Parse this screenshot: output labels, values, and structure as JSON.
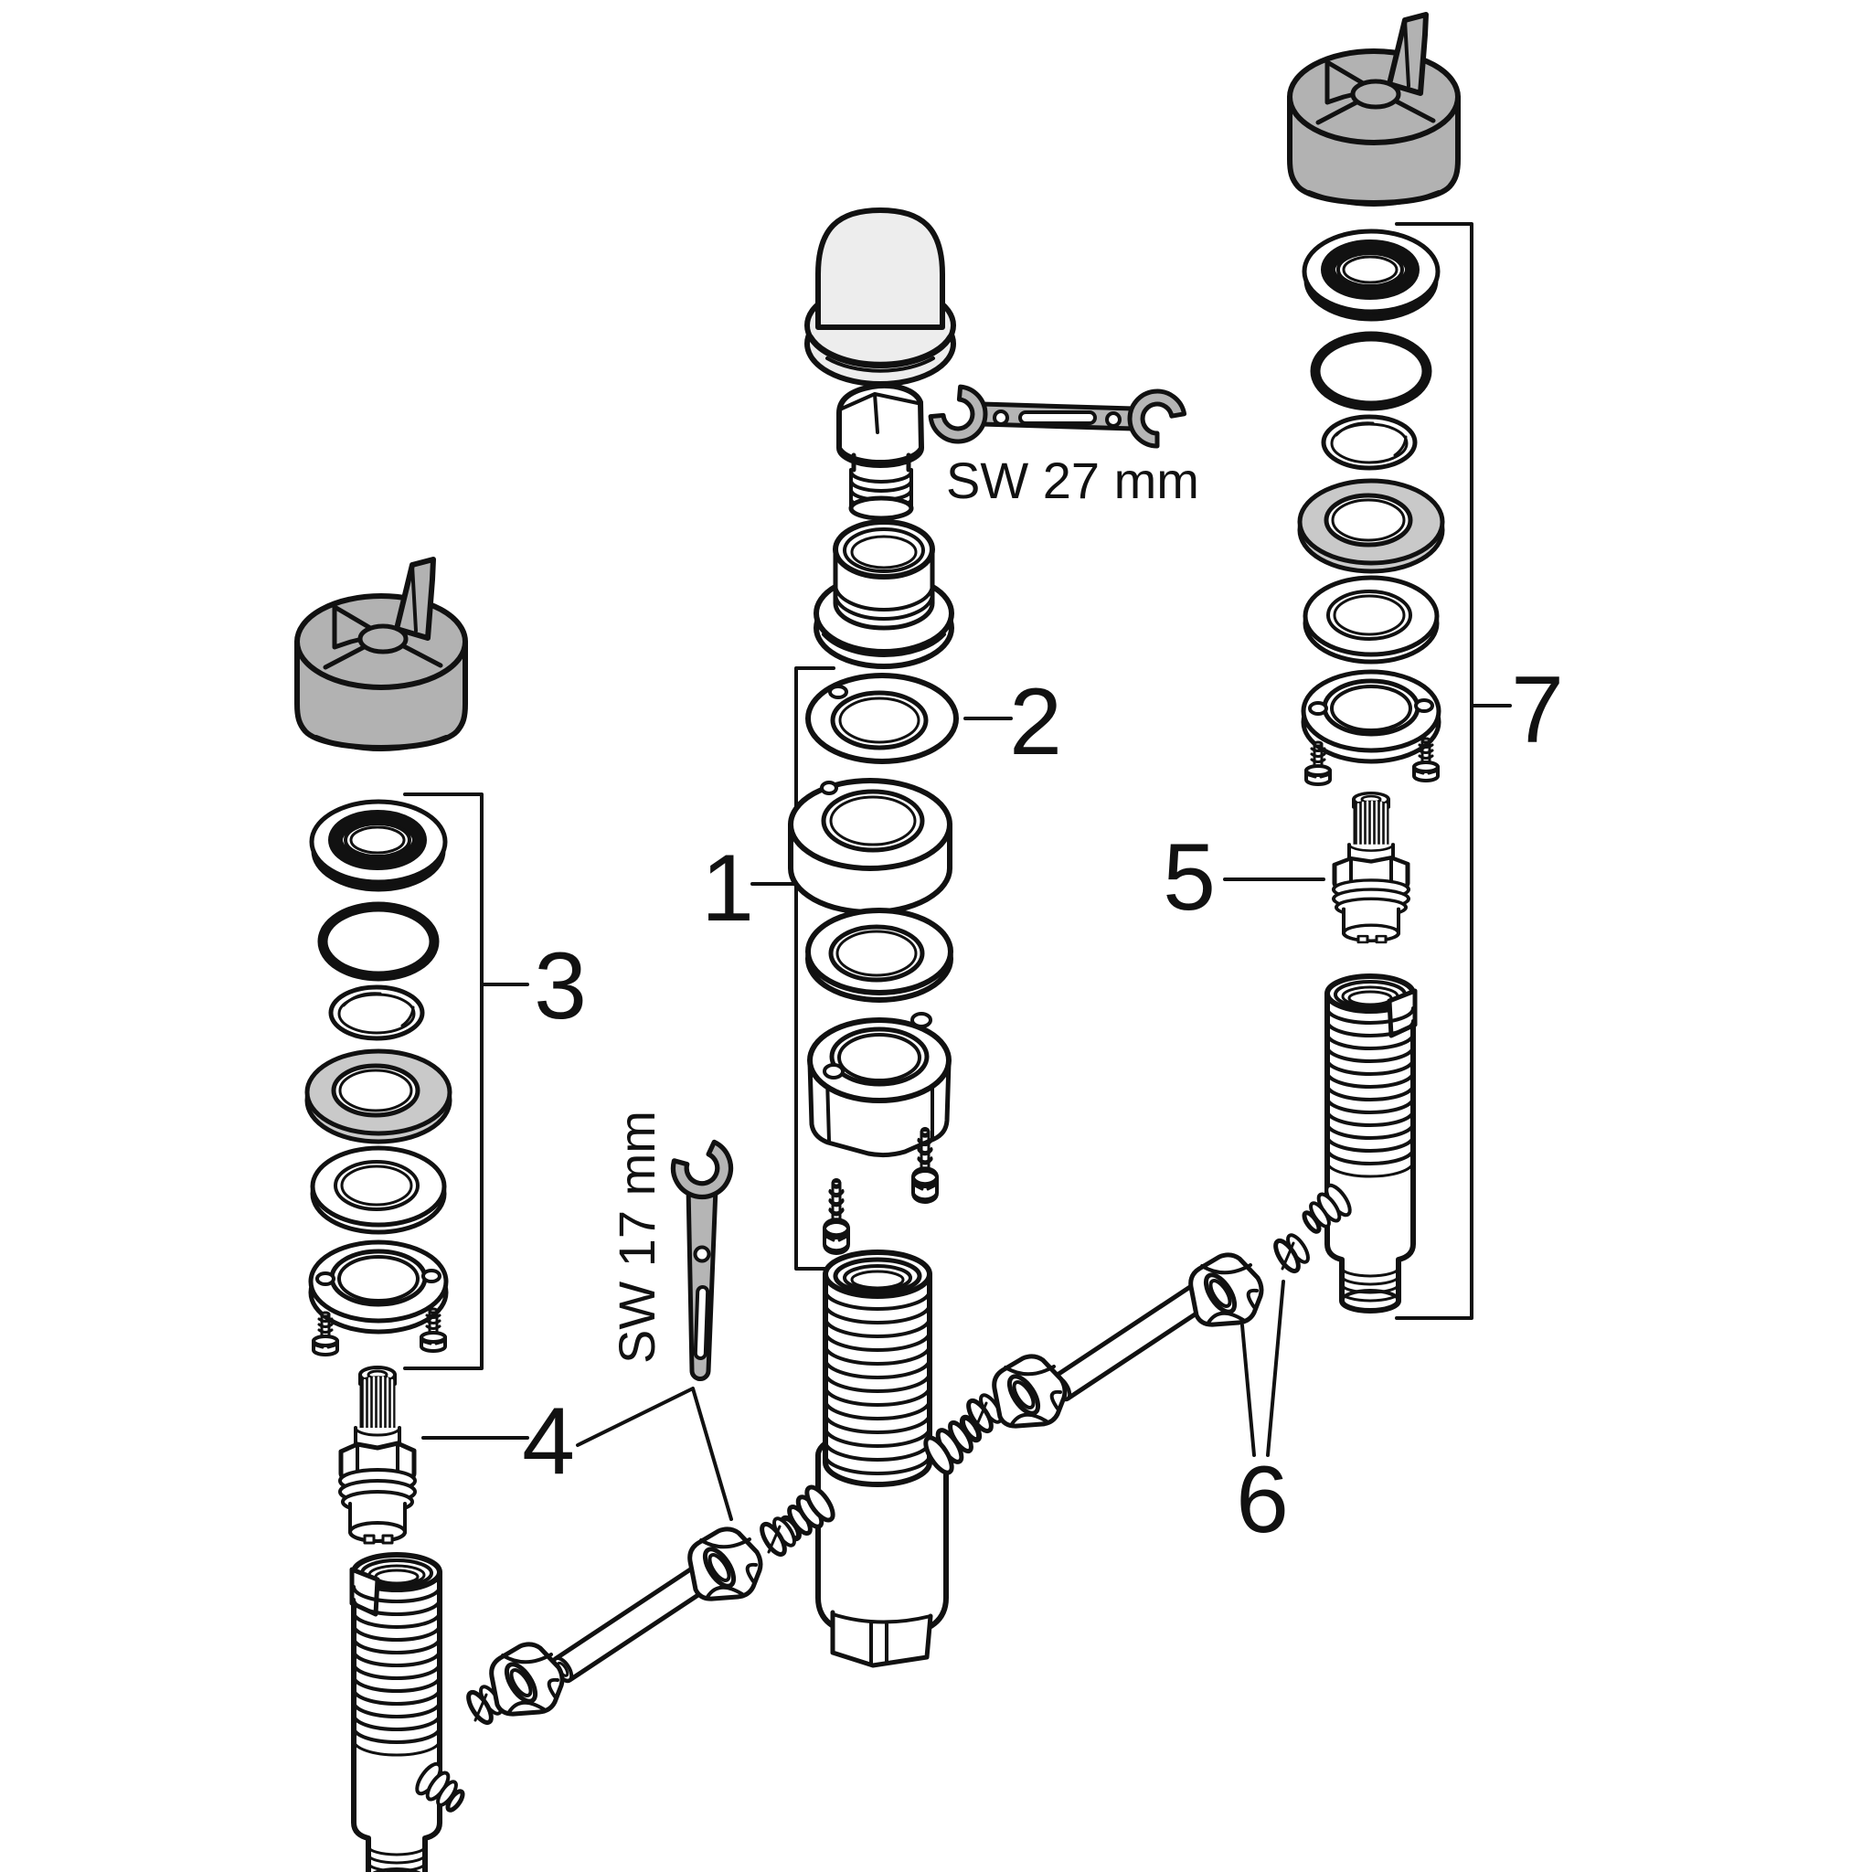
{
  "diagram": {
    "kind": "exploded-parts-diagram",
    "part_labels": {
      "part1": "1",
      "part2": "2",
      "part3": "3",
      "part4": "4",
      "part5": "5",
      "part6": "6",
      "part7": "7"
    },
    "tool_annotations": {
      "large_wrench": "SW 27 mm",
      "small_wrench": "SW 17 mm"
    },
    "colors": {
      "background": "#ffffff",
      "line": "#111111",
      "handle_cap_gray": "#b2b2b2",
      "dome_cap_gray": "#ededed",
      "washer_gray": "#c9c9c9",
      "wrench_gray": "#b5b5b5"
    }
  }
}
